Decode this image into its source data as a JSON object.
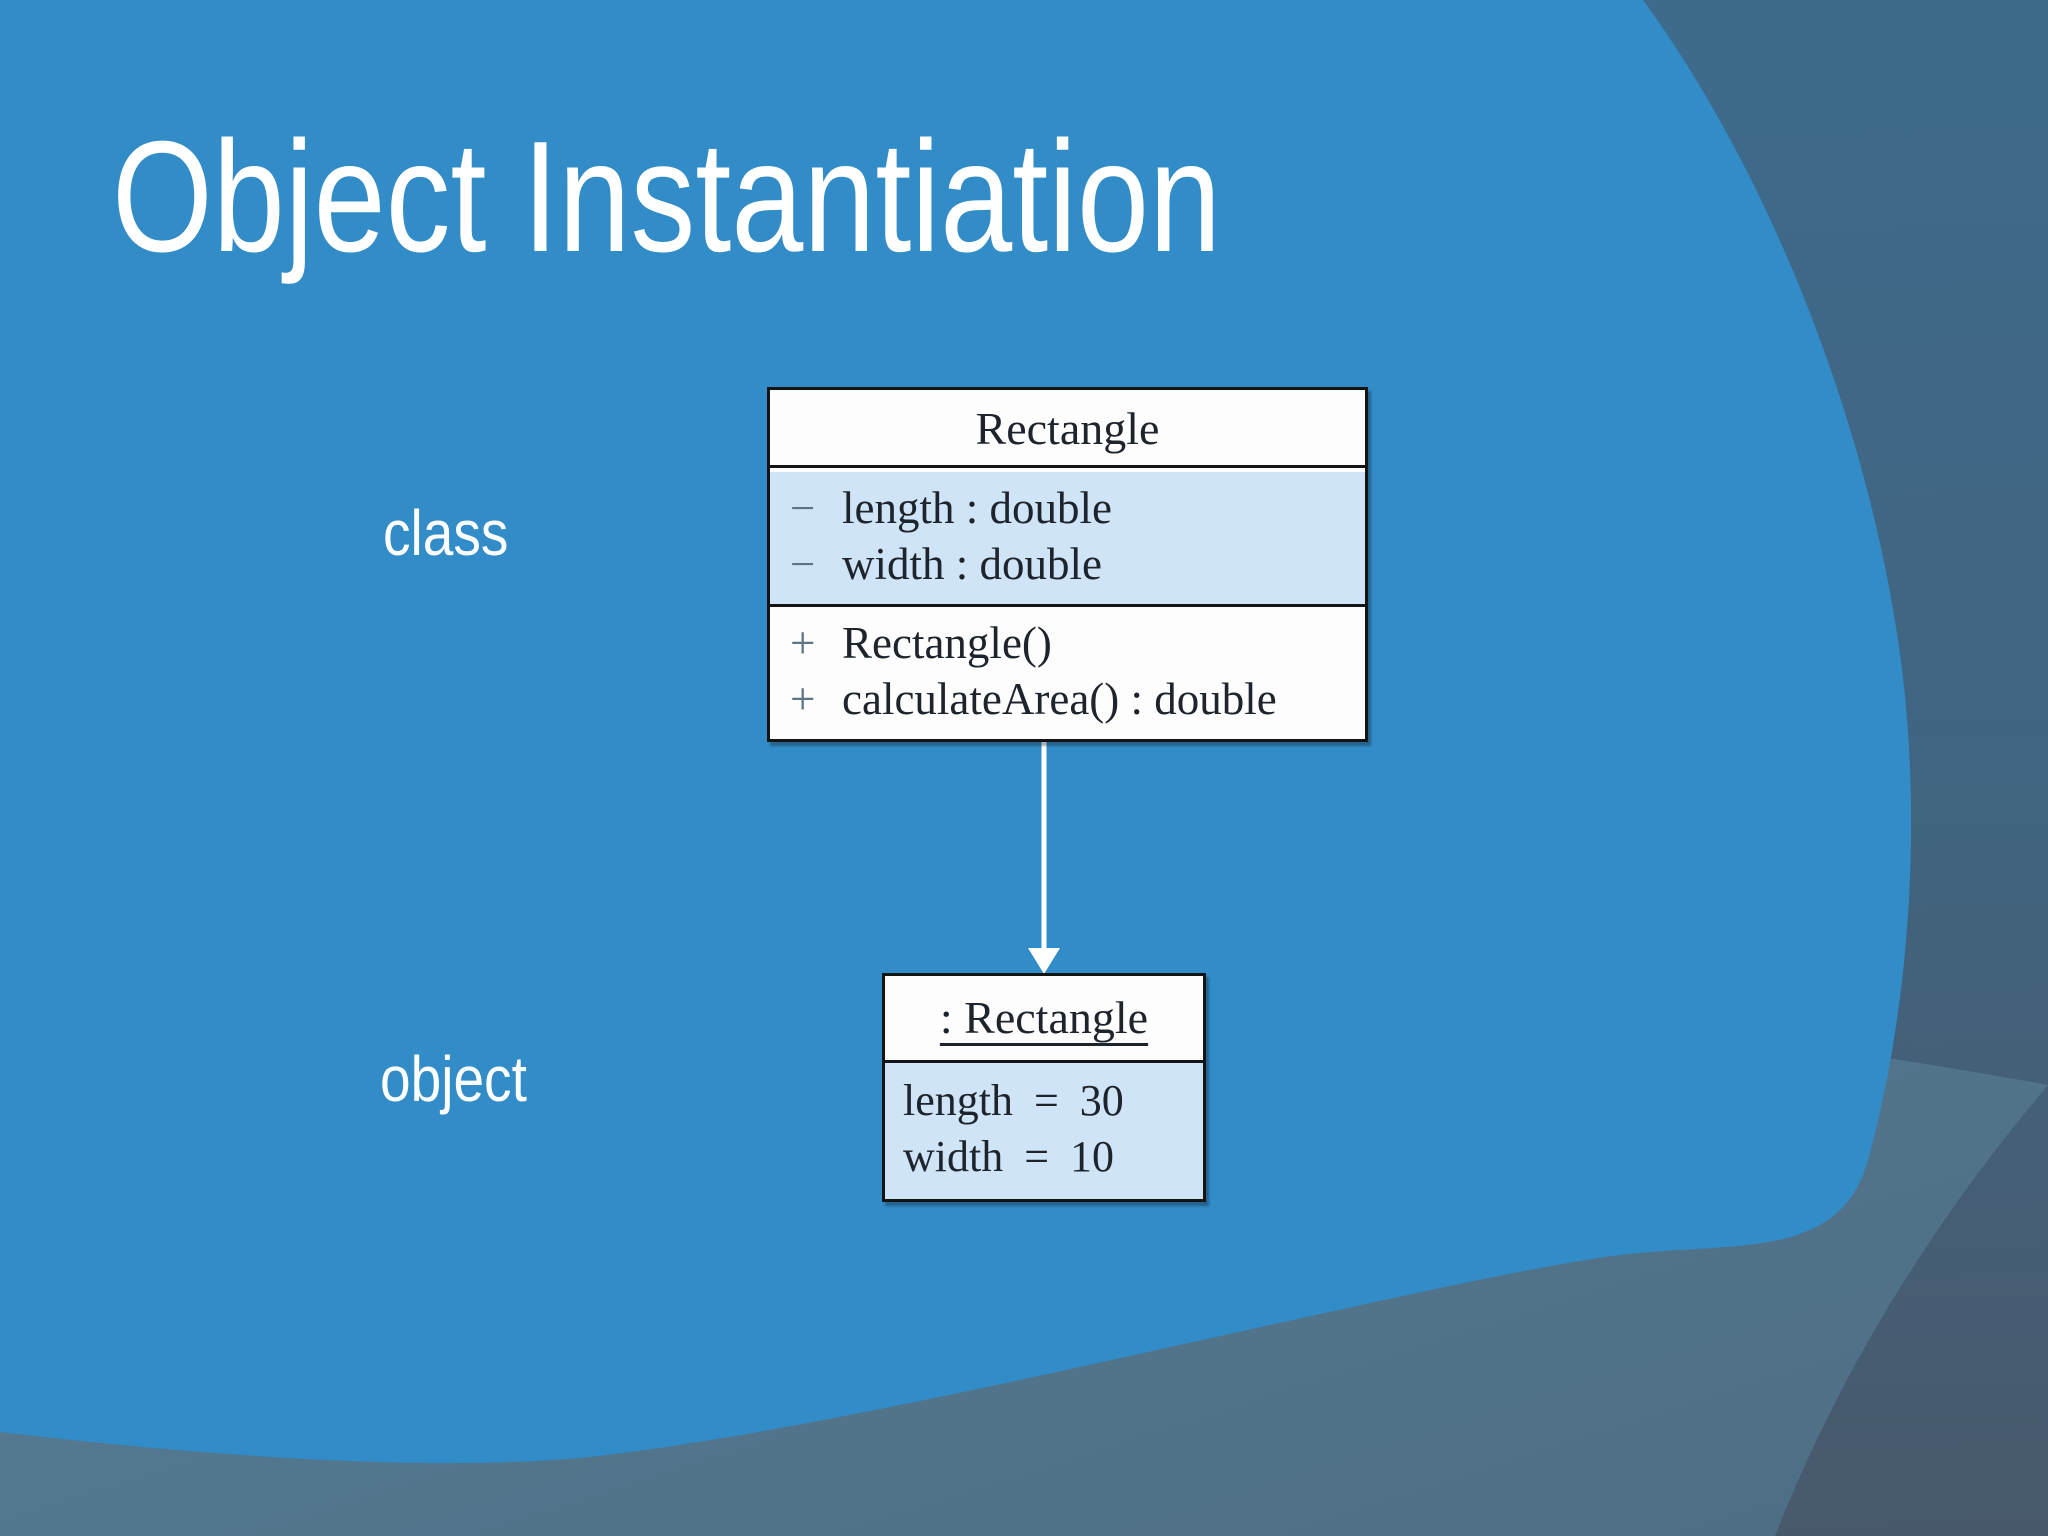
{
  "slide": {
    "title": "Object Instantiation"
  },
  "annotations": {
    "class_label": "class",
    "object_label": "object"
  },
  "uml_class": {
    "name": "Rectangle",
    "attributes": [
      {
        "visibility": "−",
        "text": "length : double"
      },
      {
        "visibility": "−",
        "text": "width : double"
      }
    ],
    "operations": [
      {
        "visibility": "+",
        "text": "Rectangle()"
      },
      {
        "visibility": "+",
        "text": "calculateArea() : double"
      }
    ]
  },
  "uml_object": {
    "name": ": Rectangle",
    "slots": [
      {
        "text": "length = 30"
      },
      {
        "text": "width = 10"
      }
    ]
  },
  "relationship": {
    "type": "instantiation-arrow",
    "from": "Rectangle class",
    "to": "Rectangle object",
    "direction": "down"
  },
  "colors": {
    "slide_blue": "#318cc8",
    "background_top_right": "#3e6a8c",
    "background_bottom_right": "#48596c",
    "background_mid_gray": "#53788f",
    "compartment_light_blue": "#cfe4f7",
    "box_white": "#fdfdfe",
    "box_border": "#141414",
    "box_text": "#1e242c",
    "visibility_symbol_gray": "#5d7484",
    "title_text": "#ffffff",
    "arrow_white": "#ffffff"
  }
}
